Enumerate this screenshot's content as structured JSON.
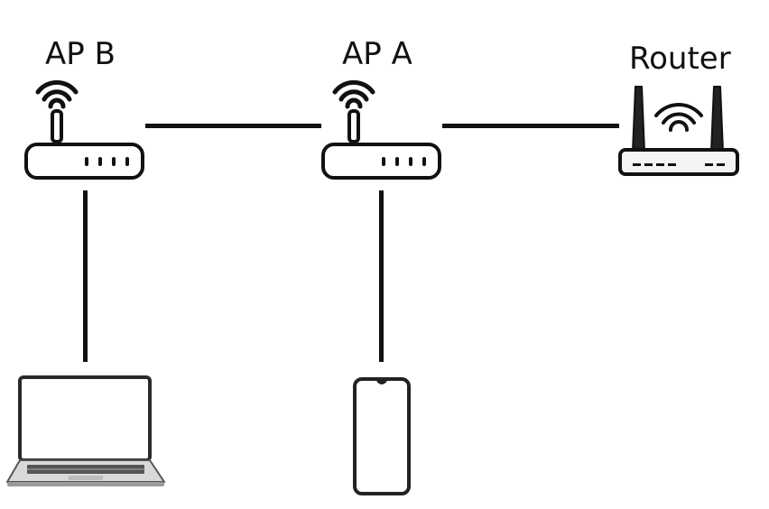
{
  "diagram": {
    "nodes": {
      "ap_b": {
        "label": "AP B",
        "icon": "access-point-icon"
      },
      "ap_a": {
        "label": "AP A",
        "icon": "access-point-icon"
      },
      "router": {
        "label": "Router",
        "icon": "router-icon"
      },
      "laptop": {
        "icon": "laptop-icon"
      },
      "phone": {
        "icon": "smartphone-icon"
      }
    },
    "links": [
      {
        "from": "ap_b",
        "to": "ap_a"
      },
      {
        "from": "ap_a",
        "to": "router"
      },
      {
        "from": "ap_b",
        "to": "laptop"
      },
      {
        "from": "ap_a",
        "to": "phone"
      }
    ],
    "colors": {
      "line": "#111111",
      "device_fill": "#ffffff",
      "laptop_body": "#d9d9d9"
    }
  }
}
